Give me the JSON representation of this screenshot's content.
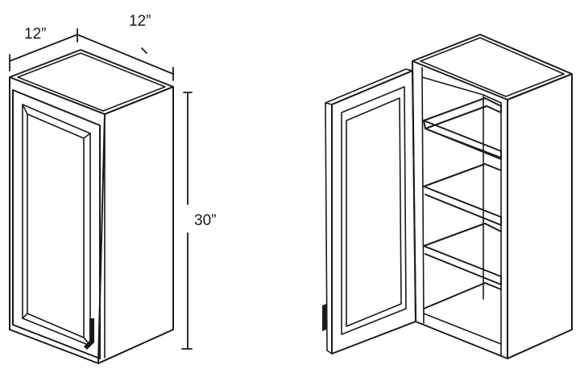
{
  "dimensions": {
    "width_label": "12”",
    "depth_label": "12”",
    "height_label": "30”"
  },
  "views": [
    {
      "name": "closed-cabinet",
      "door": "closed"
    },
    {
      "name": "open-cabinet",
      "door": "open",
      "shelves": 3
    }
  ]
}
